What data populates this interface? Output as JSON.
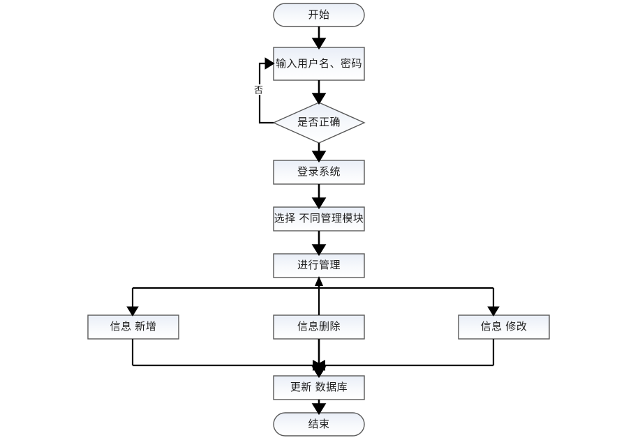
{
  "diagram": {
    "type": "flowchart",
    "title": "",
    "orientation": "top-to-bottom",
    "background_color": "#ffffff",
    "node_fill_start": "#eef2f8",
    "node_fill_end": "#ffffff",
    "node_border_color": "#595959",
    "connector_color": "#000000",
    "text_color": "#1f1f1f"
  },
  "nodes": {
    "start": {
      "label": "开始",
      "shape": "stadium"
    },
    "input_credentials": {
      "label": "输入用户名、密码",
      "shape": "rectangle"
    },
    "decision_correct": {
      "label": "是否正确",
      "shape": "diamond"
    },
    "login_system": {
      "label": "登录系统",
      "shape": "rectangle"
    },
    "select_module": {
      "label": "选择 不同管理模块",
      "shape": "rectangle"
    },
    "do_management": {
      "label": "进行管理",
      "shape": "rectangle"
    },
    "info_add": {
      "label": "信息 新增",
      "shape": "rectangle"
    },
    "info_delete": {
      "label": "信息删除",
      "shape": "rectangle"
    },
    "info_modify": {
      "label": "信息 修改",
      "shape": "rectangle"
    },
    "update_database": {
      "label": "更新 数据库",
      "shape": "rectangle"
    },
    "end": {
      "label": "结束",
      "shape": "stadium"
    }
  },
  "edge_labels": {
    "no_branch": "否"
  }
}
